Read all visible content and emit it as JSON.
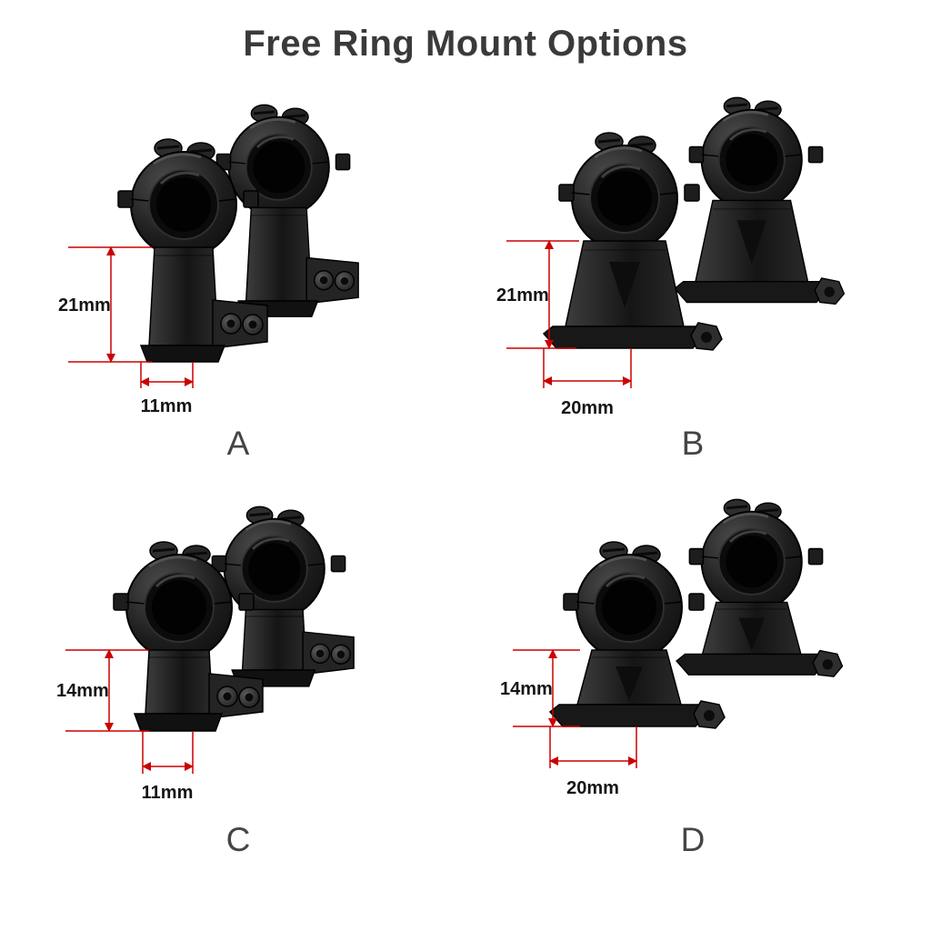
{
  "title": "Free Ring Mount Options",
  "annotation_color": "#cc0000",
  "options": [
    {
      "label": "A",
      "ring_height": "21mm",
      "rail_width": "11mm"
    },
    {
      "label": "B",
      "ring_height": "21mm",
      "rail_width": "20mm"
    },
    {
      "label": "C",
      "ring_height": "14mm",
      "rail_width": "11mm"
    },
    {
      "label": "D",
      "ring_height": "14mm",
      "rail_width": "20mm"
    }
  ]
}
